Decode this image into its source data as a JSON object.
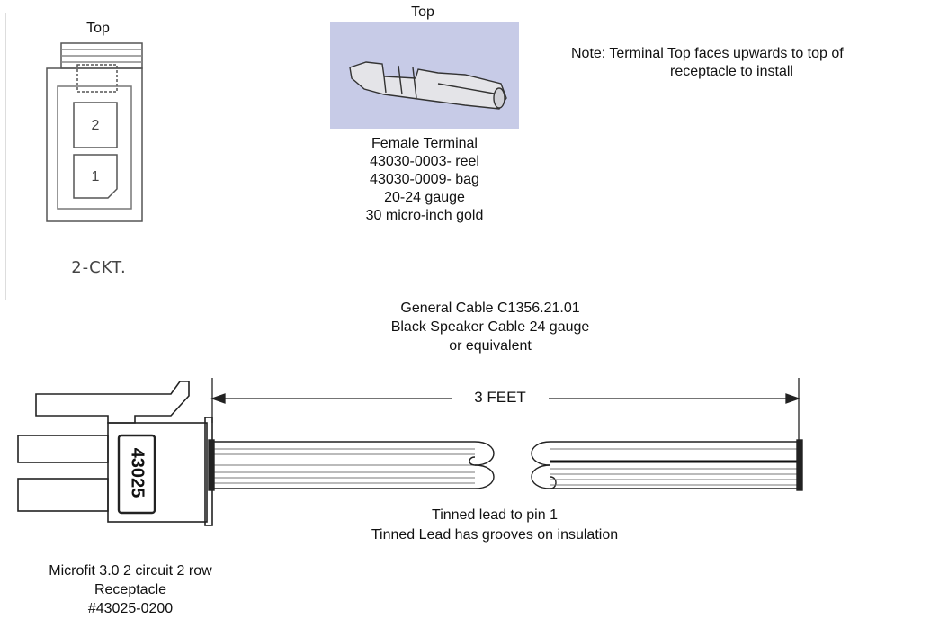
{
  "connector_face": {
    "top_label": "Top",
    "pin_labels": [
      "2",
      "1"
    ],
    "circuit_label": "2-CKT."
  },
  "terminal": {
    "top_label": "Top",
    "lines": [
      "Female Terminal",
      "43030-0003- reel",
      "43030-0009- bag",
      "20-24 gauge",
      "30 micro-inch gold"
    ]
  },
  "note": {
    "line1": "Note:  Terminal Top faces upwards to top of",
    "line2": "receptacle to install"
  },
  "cable_spec": {
    "lines": [
      "General Cable C1356.21.01",
      "Black Speaker Cable 24 gauge",
      "or equivalent"
    ]
  },
  "dimension": {
    "label": "3  FEET"
  },
  "housing": {
    "part_marking": "43025"
  },
  "lead_note": {
    "lines": [
      "Tinned lead to pin 1",
      "Tinned Lead has grooves on insulation"
    ]
  },
  "receptacle": {
    "lines": [
      "Microfit 3.0 2 circuit 2 row",
      "Receptacle",
      "#43025-0200"
    ]
  },
  "colors": {
    "terminal_bg": "#c7cbe7",
    "line": "#222222"
  }
}
